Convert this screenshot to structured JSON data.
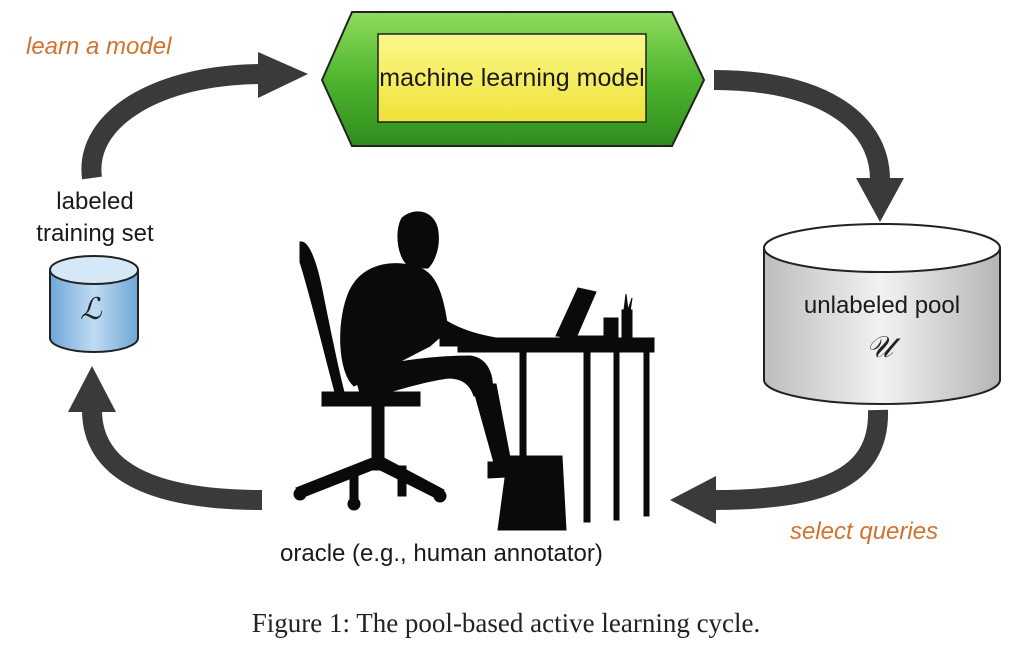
{
  "diagram": {
    "model_box": {
      "label": "machine learning model"
    },
    "labels": {
      "learn_a_model": "learn a model",
      "labeled_training_set": "labeled training set",
      "unlabeled_pool": "unlabeled pool",
      "select_queries": "select queries",
      "oracle": "oracle (e.g., human annotator)"
    },
    "symbols": {
      "labeled": "ℒ",
      "unlabeled": "𝒰"
    },
    "caption": "Figure 1: The pool-based active learning cycle."
  },
  "colors": {
    "arrow": "#3a3a3a",
    "accent_text": "#d2722e",
    "hexagon_green": "#5bbf3a",
    "box_yellow": "#f6ef4c",
    "cylinder_blue": "#9fc8e8",
    "cylinder_gray": "#d9d9d9"
  },
  "icons": [
    "curved-arrow-icon",
    "database-cylinder-icon",
    "person-at-desk-silhouette"
  ]
}
